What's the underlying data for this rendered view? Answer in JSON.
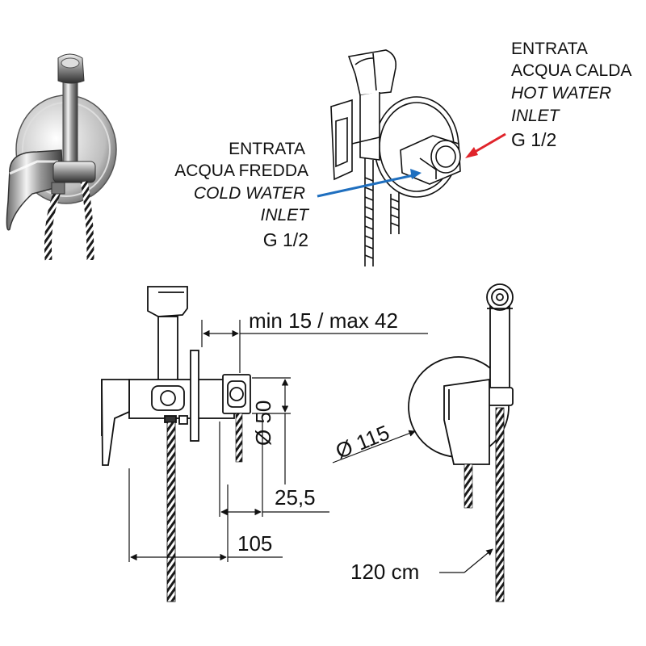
{
  "hot_inlet": {
    "line1": "ENTRATA",
    "line2": "ACQUA CALDA",
    "line3": "HOT WATER",
    "line4": "INLET",
    "thread": "G 1/2",
    "arrow_color": "#e0242b"
  },
  "cold_inlet": {
    "line1": "ENTRATA",
    "line2": "ACQUA FREDDA",
    "line3": "COLD WATER",
    "line4": "INLET",
    "thread": "G 1/2",
    "arrow_color": "#1f6fbf"
  },
  "dimensions": {
    "wall_depth": "min 15 / max 42",
    "body_height": "Ø 50",
    "body_offset": "25,5",
    "total_depth": "105",
    "plate_diameter": "Ø 115",
    "hose_length": "120 cm"
  },
  "icons": [
    "bidet-spray-photo-icon",
    "exploded-valve-icon",
    "side-view-drawing-icon",
    "front-view-drawing-icon"
  ]
}
